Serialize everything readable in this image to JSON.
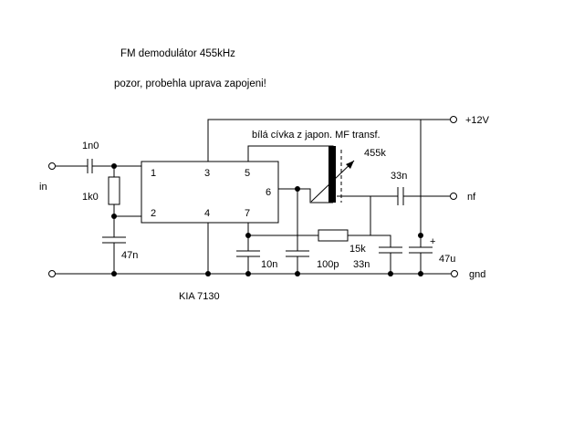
{
  "title": "FM demodulátor  455kHz",
  "note": "pozor, probehla uprava zapojeni!",
  "coil_label": "bílá cívka z japon. MF transf.",
  "coil_freq": "455k",
  "ic": {
    "name": "KIA 7130",
    "pins": [
      "1",
      "2",
      "3",
      "4",
      "5",
      "6",
      "7"
    ]
  },
  "components": {
    "c_in": "1n0",
    "r_in": "1k0",
    "c_47n": "47n",
    "c_10n": "10n",
    "c_100p": "100p",
    "r_15k": "15k",
    "c_33n_bottom": "33n",
    "c_33n_out": "33n",
    "c_47u": "47u",
    "plus": "+"
  },
  "terminals": {
    "in": "in",
    "nf": "nf",
    "vcc": "+12V",
    "gnd": "gnd"
  }
}
